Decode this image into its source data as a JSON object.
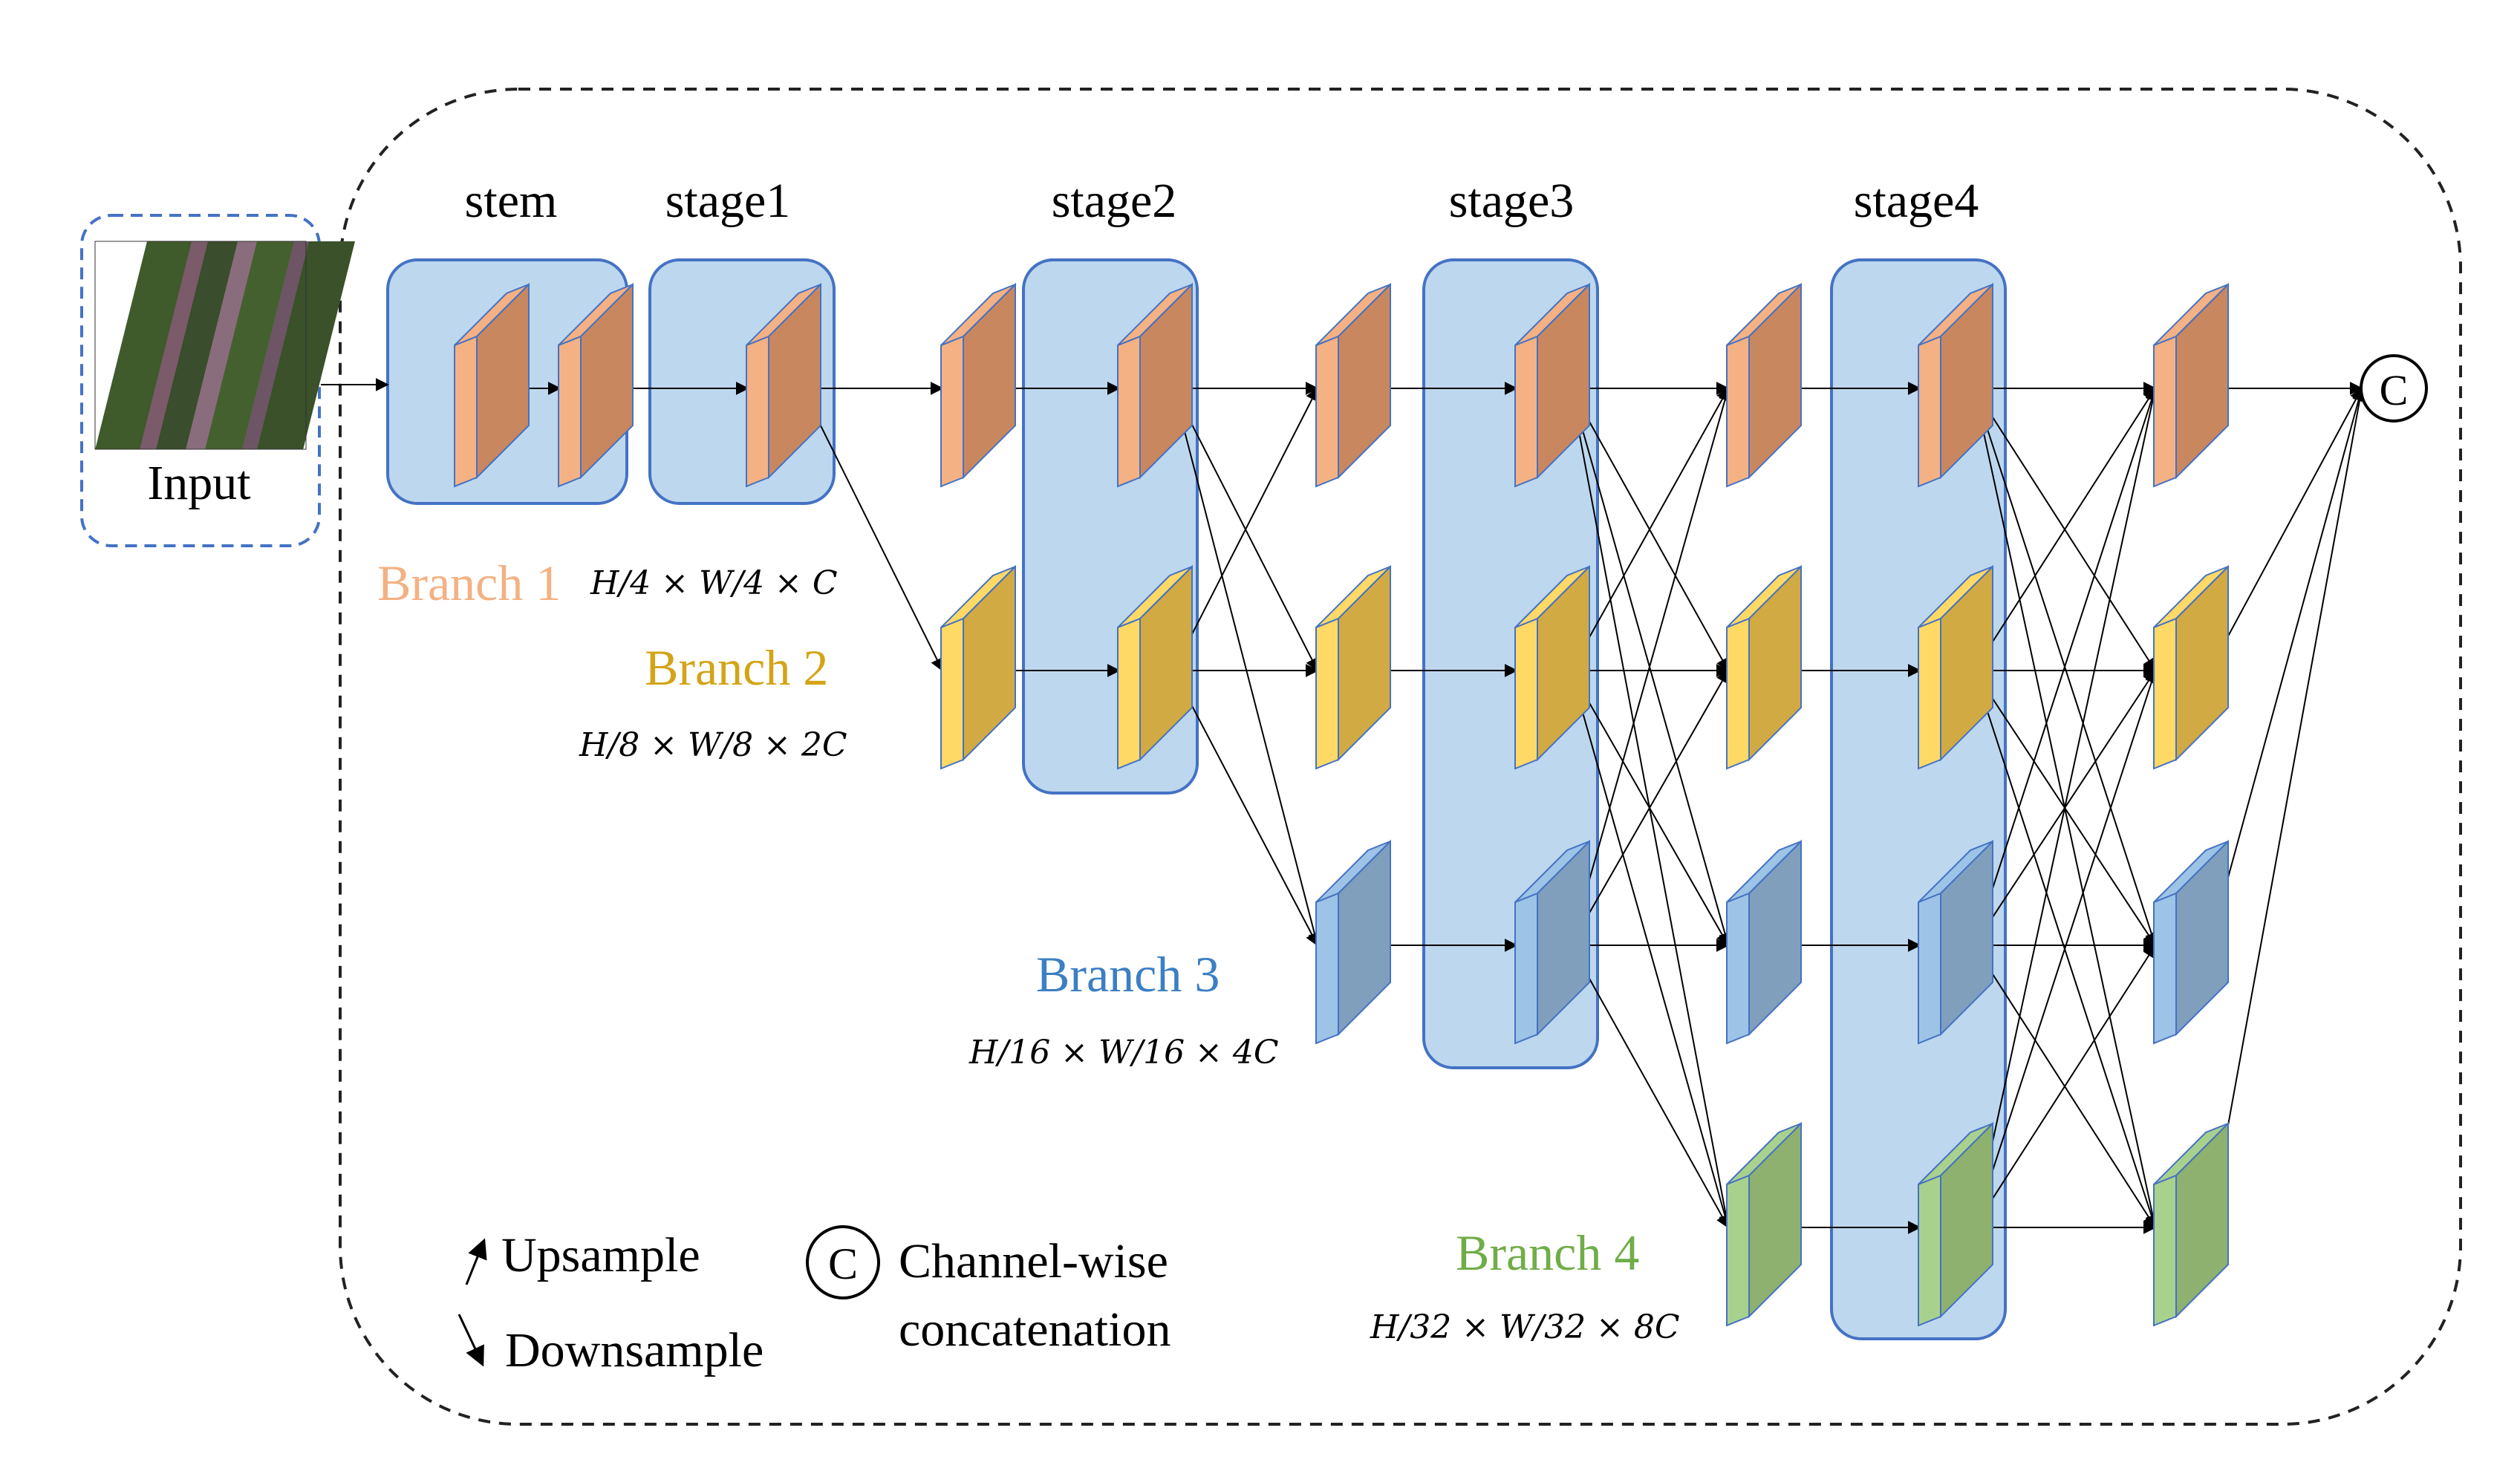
{
  "input_label": "Input",
  "stages": {
    "stem": "stem",
    "stage1": "stage1",
    "stage2": "stage2",
    "stage3": "stage3",
    "stage4": "stage4"
  },
  "branches": [
    {
      "label": "Branch 1",
      "dims": "H/4 × W/4 × C",
      "color": "#f0a882"
    },
    {
      "label": "Branch 2",
      "dims": "H/8 × W/8 × 2C",
      "color": "#d4a417"
    },
    {
      "label": "Branch 3",
      "dims": "H/16 × W/16 × 4C",
      "color": "#3b7fc4"
    },
    {
      "label": "Branch 4",
      "dims": "H/32 × W/32 × 8C",
      "color": "#70ad47"
    }
  ],
  "concat_symbol": "C",
  "legend": {
    "upsample": "Upsample",
    "downsample": "Downsample",
    "concat_symbol": "C",
    "concat_line1": "Channel-wise",
    "concat_line2": "concatenation"
  },
  "colors": {
    "stage_box_fill": "#bdd7ee",
    "stage_box_stroke": "#4472c4",
    "orange_face": "#c9875f",
    "orange_side": "#f4b183",
    "yellow_face": "#d2aa43",
    "yellow_side": "#ffd966",
    "blue_face": "#7f9fbd",
    "blue_side": "#9dc3e6",
    "green_face": "#8eb16f",
    "green_side": "#a9d18e"
  }
}
